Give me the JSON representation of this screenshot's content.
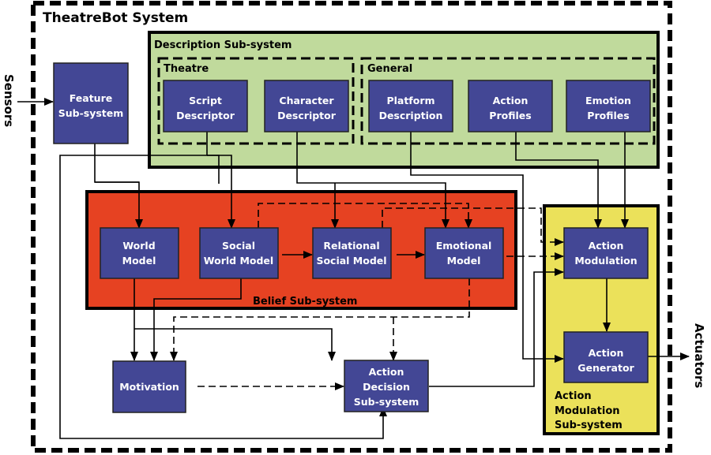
{
  "title": "TheatreBot System",
  "inputs": {
    "sensors": "Sensors"
  },
  "outputs": {
    "actuators": "Actuators"
  },
  "colors": {
    "module": "#434795",
    "description": "#c0da9c",
    "belief": "#e64222",
    "action_modulation": "#ebe15a",
    "line": "#000000"
  },
  "groups": {
    "description": "Description Sub-system",
    "theatre": "Theatre",
    "general": "General",
    "belief": "Belief  Sub-system",
    "action_modulation": [
      "Action",
      "Modulation",
      "Sub-system"
    ]
  },
  "modules": {
    "feature": [
      "Feature",
      "Sub-system"
    ],
    "script": [
      "Script",
      "Descriptor"
    ],
    "character": [
      "Character",
      "Descriptor"
    ],
    "platform": [
      "Platform",
      "Description"
    ],
    "action_profiles": [
      "Action",
      "Profiles"
    ],
    "emotion_profiles": [
      "Emotion",
      "Profiles"
    ],
    "world_model": [
      "World",
      "Model"
    ],
    "social_world_model": [
      "Social",
      "World Model"
    ],
    "relational_social_model": [
      "Relational",
      "Social Model"
    ],
    "emotional_model": [
      "Emotional",
      "Model"
    ],
    "motivation": [
      "Motivation"
    ],
    "action_decision": [
      "Action",
      "Decision",
      "Sub-system"
    ],
    "action_modulation": [
      "Action",
      "Modulation"
    ],
    "action_generator": [
      "Action",
      "Generator"
    ]
  }
}
